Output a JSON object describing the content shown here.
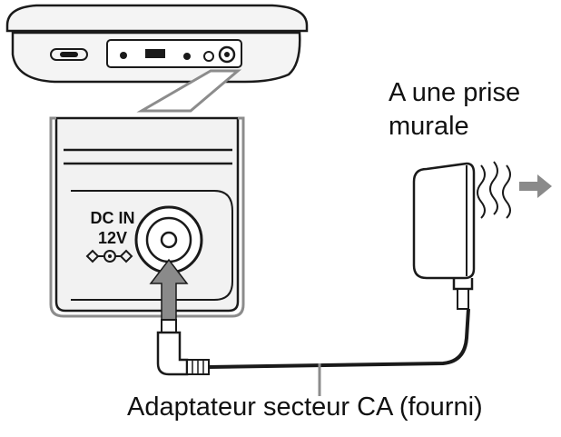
{
  "labels": {
    "outlet_line1": "A une prise",
    "outlet_line2": "murale",
    "adapter": "Adaptateur secteur CA (fourni)",
    "jack_dc_in": "DC IN",
    "jack_voltage": "12V"
  },
  "colors": {
    "line": "#1a1a1a",
    "panel_fill": "#f2f2f2",
    "device_fill": "#f4f4f4",
    "callout_gray": "#8c8c8c",
    "arrow_gray": "#8a8a8a"
  }
}
